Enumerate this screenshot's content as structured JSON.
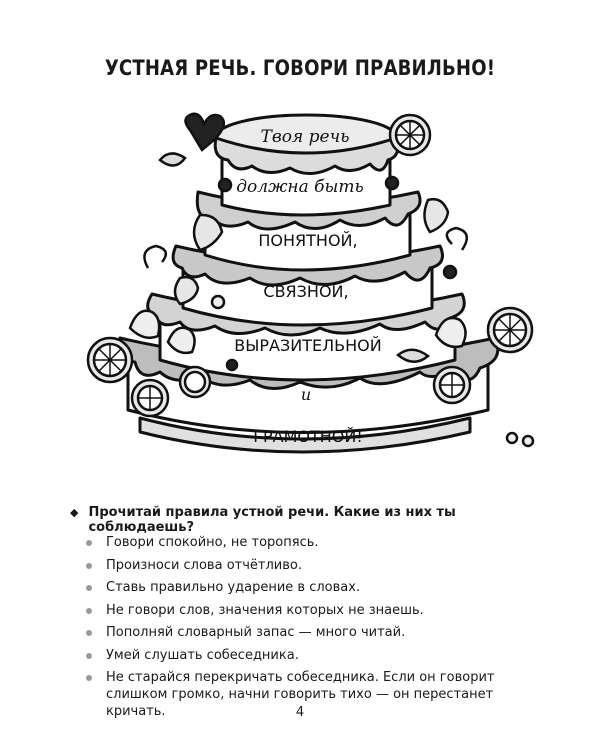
{
  "page": {
    "title": "УСТНАЯ РЕЧЬ. ГОВОРИ ПРАВИЛЬНО!",
    "page_number": "4"
  },
  "cake": {
    "tier_texts": [
      "Твоя речь",
      "должна быть",
      "ПОНЯТНОЙ,",
      "СВЯЗНОЙ,",
      "ВЫРАЗИТЕЛЬНОЙ",
      "и",
      "ГРАМОТНОЙ!"
    ]
  },
  "task": {
    "bullet": "◆",
    "question": "Прочитай правила устной речи. Какие из них ты соблюдаешь?",
    "rules": [
      "Говори спокойно, не торопясь.",
      "Произноси слова отчётливо.",
      "Ставь правильно ударение в словах.",
      "Не говори слов, значения которых не знаешь.",
      "Пополняй словарный запас — много читай.",
      "Умей слушать собеседника.",
      "Не старайся перекричать собеседника. Если он говорит слишком громко, начни говорить тихо — он перестанет кричать."
    ]
  }
}
